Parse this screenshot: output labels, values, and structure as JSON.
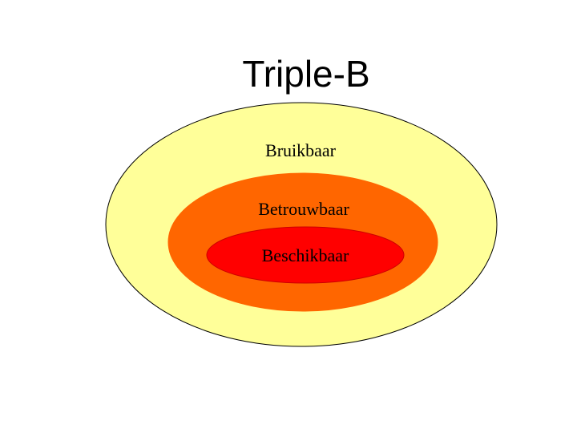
{
  "title": "Triple-B",
  "rings": [
    {
      "label": "Bruikbaar",
      "fill": "#FFFF99",
      "stroke": "#000000"
    },
    {
      "label": "Betrouwbaar",
      "fill": "#FF6600",
      "stroke": "#FF6600"
    },
    {
      "label": "Beschikbaar",
      "fill": "#FF0000",
      "stroke": "#CC0000"
    }
  ]
}
